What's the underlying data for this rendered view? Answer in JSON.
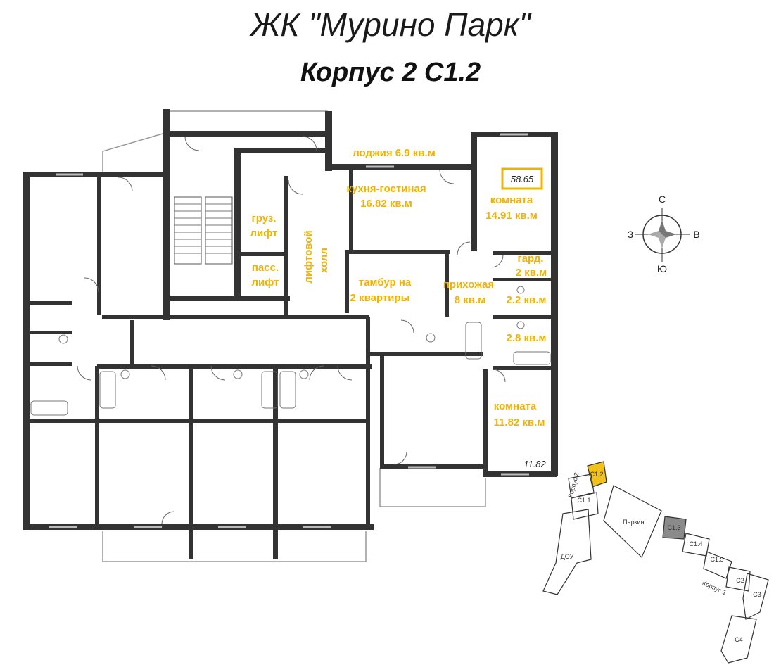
{
  "header": {
    "complex_title": "ЖК \"Мурино Парк\"",
    "building_title": "Корпус 2 С1.2"
  },
  "apartment": {
    "total_area": "58.65",
    "room_small_area": "11.82"
  },
  "rooms": [
    {
      "id": "loggia",
      "lines": [
        "лоджия 6.9 кв.м"
      ]
    },
    {
      "id": "kitchen",
      "lines": [
        "кухня-гостиная",
        "16.82 кв.м"
      ]
    },
    {
      "id": "room1",
      "lines": [
        "комната",
        "14.91 кв.м"
      ]
    },
    {
      "id": "freight-lift",
      "lines": [
        "груз.",
        "лифт"
      ]
    },
    {
      "id": "pass-lift",
      "lines": [
        "пасс.",
        "лифт"
      ]
    },
    {
      "id": "lift-hall",
      "lines": [
        "лифтовой",
        "холл"
      ]
    },
    {
      "id": "vestibule",
      "lines": [
        "тамбур на",
        "2 квартиры"
      ]
    },
    {
      "id": "hallway",
      "lines": [
        "прихожая",
        "8 кв.м"
      ]
    },
    {
      "id": "wardrobe",
      "lines": [
        "гард.",
        "2 кв.м"
      ]
    },
    {
      "id": "bath1",
      "lines": [
        "2.2 кв.м"
      ]
    },
    {
      "id": "bath2",
      "lines": [
        "2.8 кв.м"
      ]
    },
    {
      "id": "room2",
      "lines": [
        "комната",
        "11.82 кв.м"
      ]
    }
  ],
  "compass": {
    "north": "С",
    "south": "Ю",
    "west": "З",
    "east": "В"
  },
  "site_map": {
    "labels": [
      "С1.2",
      "С1.1",
      "Корпус 2",
      "ДОУ",
      "Паркинг",
      "С1.3",
      "С1.4",
      "С1.5",
      "С2",
      "Корпус 1",
      "С3",
      "С4"
    ]
  }
}
